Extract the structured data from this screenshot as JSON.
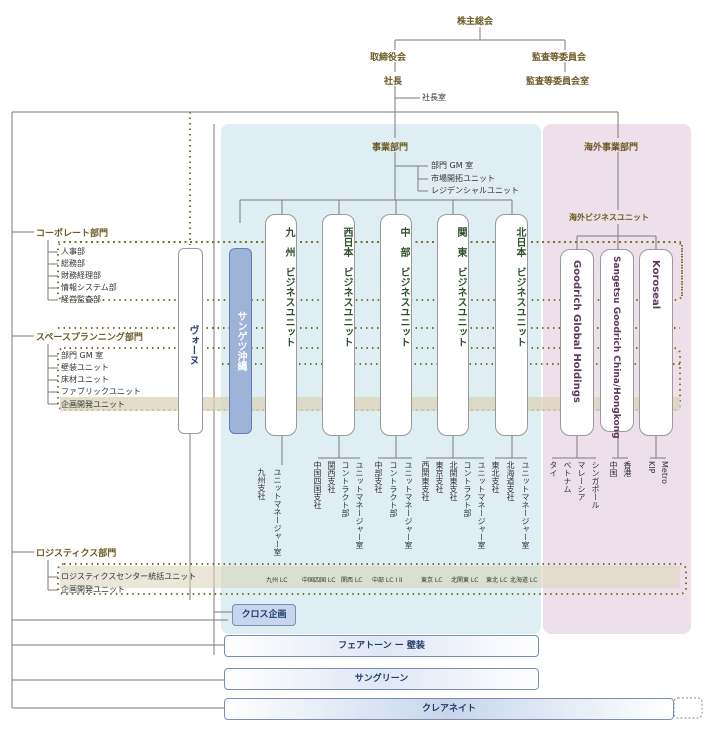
{
  "top": {
    "shareholders": "株主総会",
    "board": "取締役会",
    "audit_committee": "監査等委員会",
    "president": "社長",
    "audit_office": "監査等委員会室",
    "president_office": "社長室"
  },
  "business": {
    "title": "事業部門",
    "staff": [
      "部門 GM 室",
      "市場開拓ユニット",
      "レジデンシャルユニット"
    ],
    "units": [
      {
        "name": "九　州　ビジネスユニット",
        "branches": [
          "九州支社",
          "ユニットマネージャー室"
        ]
      },
      {
        "name": "西日本　ビジネスユニット",
        "branches": [
          "中国四国支社",
          "関西支社",
          "コントラクト部",
          "ユニットマネージャー室"
        ]
      },
      {
        "name": "中　部　ビジネスユニット",
        "branches": [
          "中部支社",
          "コントラクト部",
          "ユニットマネージャー室"
        ]
      },
      {
        "name": "関　東　ビジネスユニット",
        "branches": [
          "西関東支社",
          "東京支社",
          "北関東支社",
          "コントラクト部",
          "ユニットマネージャー室"
        ]
      },
      {
        "name": "北日本　ビジネスユニット",
        "branches": [
          "東北支社",
          "北海道支社",
          "ユニットマネージャー室"
        ]
      }
    ],
    "sangetsu_okinawa": "サンゲツ沖縄"
  },
  "overseas": {
    "title": "海外事業部門",
    "unit": "海外ビジネスユニット",
    "companies": [
      {
        "name": "Goodrich Global Holdings",
        "branches": [
          "タイ",
          "ベトナム",
          "マレーシア",
          "シンガポール"
        ]
      },
      {
        "name": "Sangetsu Goodrich China/Hongkong",
        "branches": [
          "中国",
          "香港"
        ]
      },
      {
        "name": "Koroseal",
        "branches": [
          "KIP",
          "Metro"
        ]
      }
    ]
  },
  "corporate": {
    "title": "コーポレート部門",
    "items": [
      "人事部",
      "総務部",
      "財務経理部",
      "情報システム部",
      "経営監査部"
    ]
  },
  "space": {
    "title": "スペースプランニング部門",
    "items": [
      "部門 GM 室",
      "壁装ユニット",
      "床材ユニット",
      "ファブリックユニット",
      "企画開発ユニット"
    ]
  },
  "logistics": {
    "title": "ロジスティクス部門",
    "items": [
      "ロジスティクスセンター統括ユニット",
      "企画開発ユニット"
    ],
    "centers": [
      "九州 LC",
      "中国四国 LC",
      "関西 LC",
      "中部 LC I II",
      "東京 LC",
      "北関東 LC",
      "東北 LC",
      "北海道 LC"
    ]
  },
  "vona": "ヴォーヌ",
  "bars": {
    "cross": "クロス企画",
    "fairtone": "フェアトーン ー 壁装",
    "sungreen": "サングリーン",
    "clearnate": "クレアネイト"
  },
  "colors": {
    "business_bg": "#deeef2",
    "overseas_bg": "#ede0ea",
    "accent_text": "#6b5a24",
    "sangetsu_blue": "#9db4d8",
    "dotted_line": "#7a7030"
  }
}
